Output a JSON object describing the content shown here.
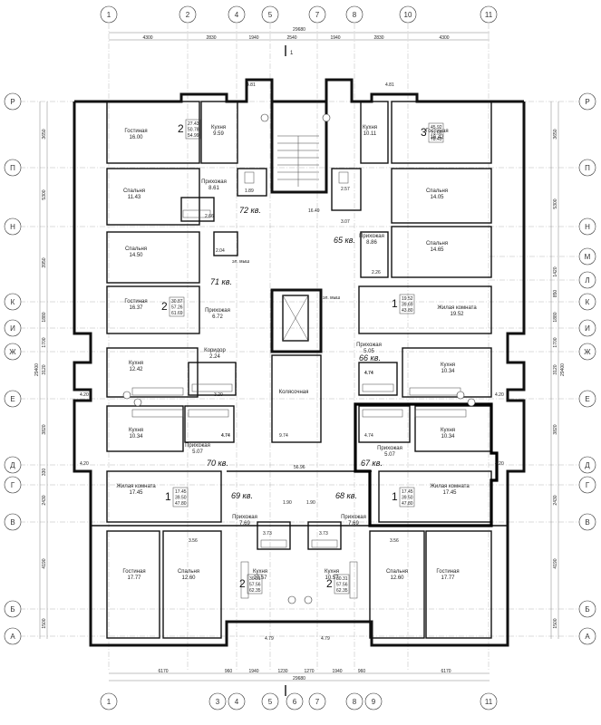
{
  "axes_top": [
    "1",
    "2",
    "4",
    "5",
    "7",
    "8",
    "10",
    "11"
  ],
  "axes_bottom": [
    "1",
    "3",
    "4",
    "5",
    "6",
    "7",
    "8",
    "9",
    "11"
  ],
  "axes_left": [
    "Р",
    "П",
    "Н",
    "К",
    "И",
    "Ж",
    "Е",
    "Д",
    "Г",
    "В",
    "Б",
    "А"
  ],
  "axes_right": [
    "Р",
    "П",
    "Н",
    "М",
    "Л",
    "К",
    "И",
    "Ж",
    "Е",
    "Д",
    "Г",
    "В",
    "Б",
    "А"
  ],
  "dims_top": [
    "4300",
    "2830",
    "1940",
    "2540",
    "1940",
    "2830",
    "4300"
  ],
  "dims_top_total": "29680",
  "dims_bottom": [
    "6170",
    "960",
    "1940",
    "1230",
    "1270",
    "1940",
    "960",
    "6170"
  ],
  "dims_bottom_total": "29680",
  "dims_left": [
    "3650",
    "5300",
    "3950",
    "1880",
    "1700",
    "3120",
    "3820",
    "330",
    "2430",
    "4190",
    "1500"
  ],
  "dims_left_total": "29400",
  "dims_right": [
    "3650",
    "5300",
    "1420",
    "850",
    "1880",
    "1700",
    "3120",
    "3820",
    "2430",
    "4190",
    "1500"
  ],
  "dims_right_total": "29400",
  "section_mark": "1",
  "apartments": [
    {
      "label": "72 кв."
    },
    {
      "label": "65 кв."
    },
    {
      "label": "71 кв."
    },
    {
      "label": "66 кв."
    },
    {
      "label": "70 кв."
    },
    {
      "label": "67 кв."
    },
    {
      "label": "69 кв."
    },
    {
      "label": "68 кв."
    }
  ],
  "rooms": [
    {
      "name": "Гостиная",
      "area": "16.00"
    },
    {
      "name": "Кухня",
      "area": "9.59"
    },
    {
      "name": "Прихожая",
      "area": "8.61"
    },
    {
      "name": "Спальня",
      "area": "11.43"
    },
    {
      "name": "Кухня",
      "area": "10.11"
    },
    {
      "name": "Гостиная",
      "area": "16.42"
    },
    {
      "name": "Спальня",
      "area": "14.05"
    },
    {
      "name": "Спальня",
      "area": "14.65"
    },
    {
      "name": "Прихожая",
      "area": "8.86"
    },
    {
      "name": "Спальня",
      "area": "14.50"
    },
    {
      "name": "Гостиная",
      "area": "16.37"
    },
    {
      "name": "Прихожая",
      "area": "6.72"
    },
    {
      "name": "Жилая комната",
      "area": "19.52"
    },
    {
      "name": "Прихожая",
      "area": "5.05"
    },
    {
      "name": "Кухня",
      "area": "12.42"
    },
    {
      "name": "Коридор",
      "area": "2.24"
    },
    {
      "name": "Кухня",
      "area": "10.34"
    },
    {
      "name": "Колясочная",
      "area": ""
    },
    {
      "name": "Кухня",
      "area": "10.34"
    },
    {
      "name": "Прихожая",
      "area": "5.07"
    },
    {
      "name": "Кухня",
      "area": "10.34"
    },
    {
      "name": "Прихожая",
      "area": "5.07"
    },
    {
      "name": "Жилая комната",
      "area": "17.45"
    },
    {
      "name": "Жилая комната",
      "area": "17.45"
    },
    {
      "name": "Прихожая",
      "area": "7.69"
    },
    {
      "name": "Прихожая",
      "area": "7.69"
    },
    {
      "name": "Гостиная",
      "area": "17.77"
    },
    {
      "name": "Спальня",
      "area": "12.60"
    },
    {
      "name": "Кухня",
      "area": "10.57"
    },
    {
      "name": "Кухня",
      "area": "10.57"
    },
    {
      "name": "Спальня",
      "area": "12.60"
    },
    {
      "name": "Гостиная",
      "area": "17.77"
    }
  ],
  "apt_summaries": [
    {
      "rooms": "2",
      "lines": [
        "27.43",
        "50.78",
        "54.99"
      ]
    },
    {
      "rooms": "3",
      "lines": [
        "45.92",
        "73.59",
        "78.45"
      ]
    },
    {
      "rooms": "2",
      "lines": [
        "30.87",
        "57.26",
        "61.69"
      ]
    },
    {
      "rooms": "1",
      "lines": [
        "19.52",
        "39.69",
        "43.80"
      ]
    },
    {
      "rooms": "1",
      "lines": [
        "17.45",
        "39.50",
        "47.80"
      ]
    },
    {
      "rooms": "1",
      "lines": [
        "17.45",
        "39.50",
        "47.80"
      ]
    },
    {
      "rooms": "2",
      "lines": [
        "30.31",
        "57.56",
        "62.35"
      ]
    },
    {
      "rooms": "2",
      "lines": [
        "30.31",
        "57.56",
        "62.35"
      ]
    }
  ],
  "small_areas": [
    "4.81",
    "4.81",
    "1.89",
    "2.57",
    "2.66",
    "3.07",
    "16.49",
    "2.04",
    "2.26",
    "4.74",
    "3.20",
    "4.74",
    "4.74",
    "4.74",
    "4.20",
    "4.20",
    "4.20",
    "4.20",
    "4.74",
    "9.74",
    "56.96",
    "1.90",
    "1.90",
    "3.73",
    "3.73",
    "3.56",
    "3.56",
    "4.79",
    "4.79"
  ],
  "duct_labels": [
    "эл. мыш",
    "эл. мыш"
  ]
}
